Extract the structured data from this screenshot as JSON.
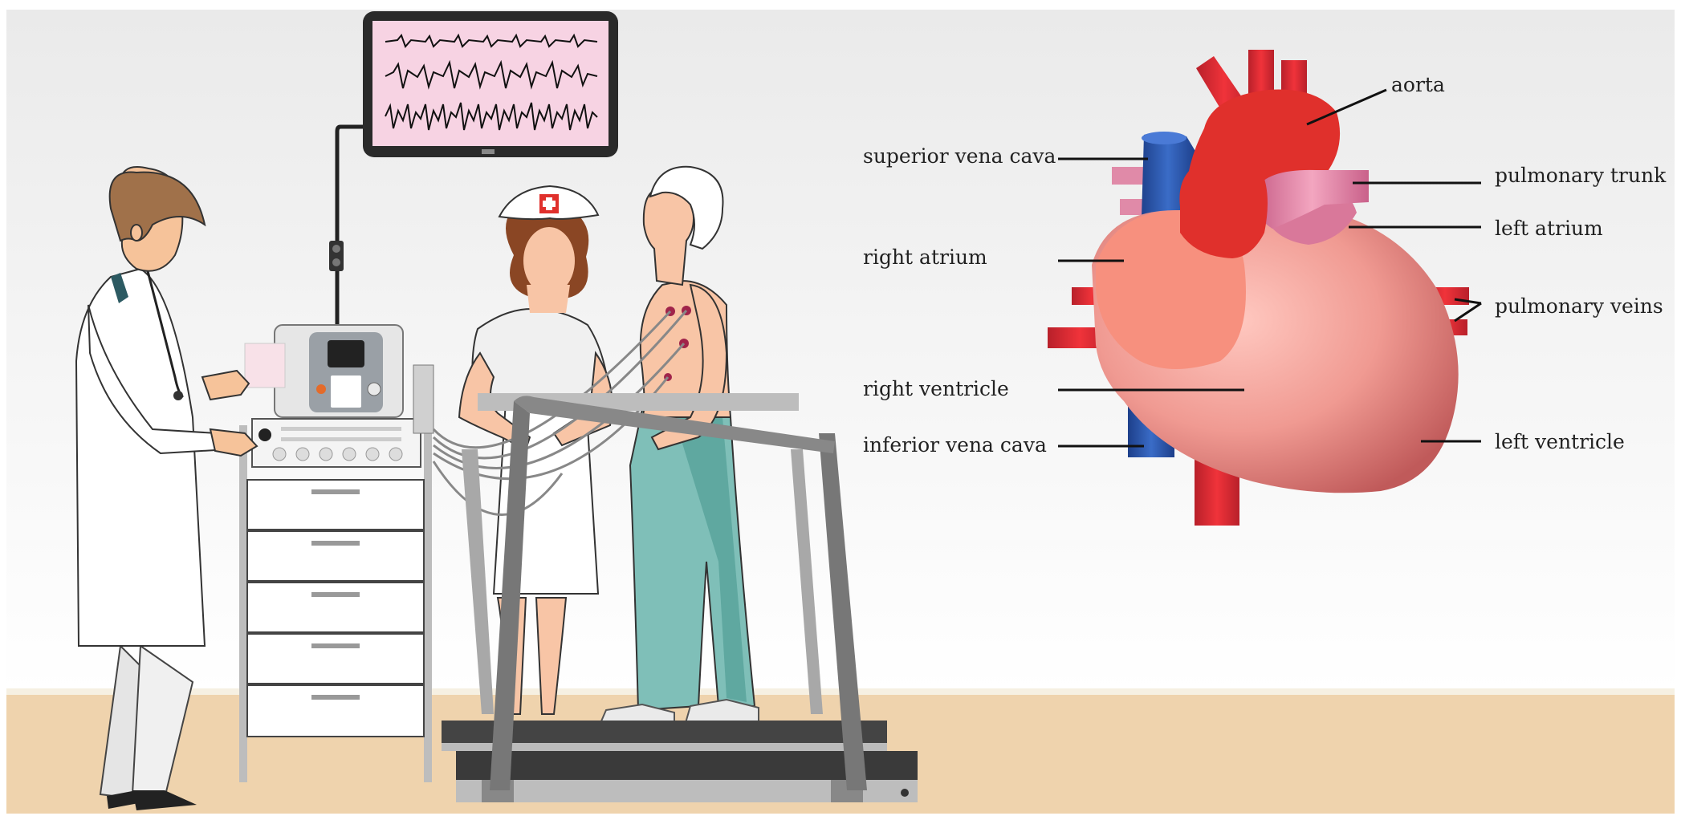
{
  "labels": {
    "aorta": "aorta",
    "superior_vena_cava": "superior vena cava",
    "pulmonary_trunk": "pulmonary trunk",
    "left_atrium": "left atrium",
    "right_atrium": "right atrium",
    "pulmonary_veins": "pulmonary veins",
    "right_ventricle": "right ventricle",
    "inferior_vena_cava": "inferior vena cava",
    "left_ventricle": "left ventricle"
  },
  "colors": {
    "wall": "#f1f1f1",
    "floor": "#efd4ad",
    "artery_red": "#e0302c",
    "vein_blue": "#2d5aa9",
    "pulmonary_pink": "#d9789a",
    "heart_pink": "#f3a39a",
    "heart_shadow": "#c85e5e",
    "scrubs": "#7fbfb8",
    "coat": "#ffffff",
    "monitor_screen": "#f7d3e3"
  },
  "icons": {
    "nurse_cap": "red-cross-icon",
    "monitor": "ecg-monitor-icon",
    "stethoscope": "stethoscope-icon"
  }
}
